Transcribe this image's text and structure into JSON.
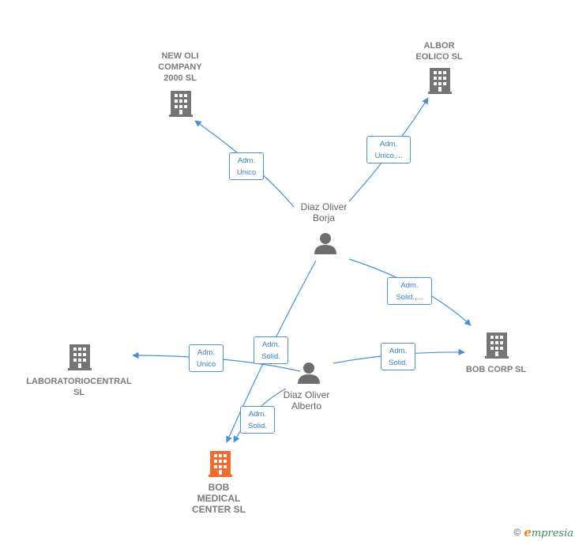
{
  "nodes": {
    "new_oli": {
      "label": "NEW OLI\nCOMPANY\n2000  SL",
      "type": "company"
    },
    "albor": {
      "label": "ALBOR\nEOLICO SL",
      "type": "company"
    },
    "diaz_borja": {
      "label": "Diaz Oliver\nBorja",
      "type": "person"
    },
    "bob_corp": {
      "label": "BOB CORP  SL",
      "type": "company"
    },
    "laboratorio": {
      "label": "LABORATORIOCENTRAL\nSL",
      "type": "company"
    },
    "diaz_alberto": {
      "label": "Diaz Oliver\nAlberto",
      "type": "person"
    },
    "bob_medical": {
      "label": "BOB\nMEDICAL\nCENTER  SL",
      "type": "company-focus"
    }
  },
  "edges": {
    "e1": {
      "label": "Adm.\nUnico"
    },
    "e2": {
      "label": "Adm.\nUnico,..."
    },
    "e3": {
      "label": "Adm.\nSolid.,..."
    },
    "e4": {
      "label": "Adm.\nSolid."
    },
    "e5": {
      "label": "Adm.\nUnico"
    },
    "e6": {
      "label": "Adm.\nSolid."
    },
    "e7": {
      "label": "Adm.\nSolid."
    }
  },
  "colors": {
    "edge": "#4a90d9",
    "company": "#757575",
    "focus": "#f26a2e",
    "person": "#6d6d6d"
  },
  "footer": {
    "copyright": "©",
    "brand": "mpresia",
    "brand_initial": "e"
  }
}
